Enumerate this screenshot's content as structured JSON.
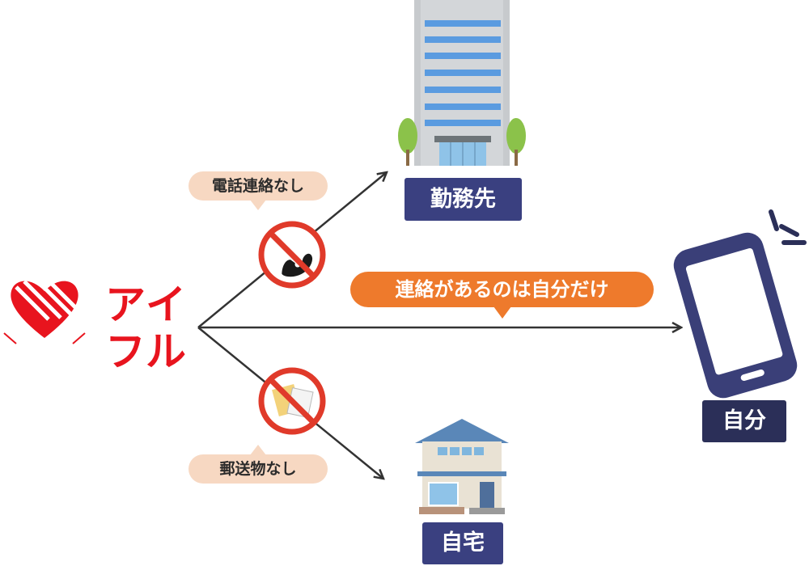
{
  "brand": {
    "name_chars": [
      "ア",
      "イ",
      "フ",
      "ル"
    ],
    "color": "#e8141e"
  },
  "destinations": {
    "workplace": {
      "label": "勤務先",
      "icon": "office-building-icon"
    },
    "home": {
      "label": "自宅",
      "icon": "house-icon"
    },
    "self": {
      "label": "自分",
      "icon": "smartphone-icon"
    }
  },
  "callouts": {
    "no_phone": {
      "text": "電話連絡なし",
      "icon": "no-phone-call-icon"
    },
    "no_mail": {
      "text": "郵送物なし",
      "icon": "no-mail-icon"
    },
    "only_self": {
      "text": "連絡があるのは自分だけ"
    }
  },
  "colors": {
    "label_navy": "#3a4080",
    "label_dark_navy": "#2b2f58",
    "prohibit_red": "#e03a2a",
    "banner_orange": "#ee7a2c",
    "bubble_peach": "#f7d8c2",
    "arrow": "#333333"
  }
}
